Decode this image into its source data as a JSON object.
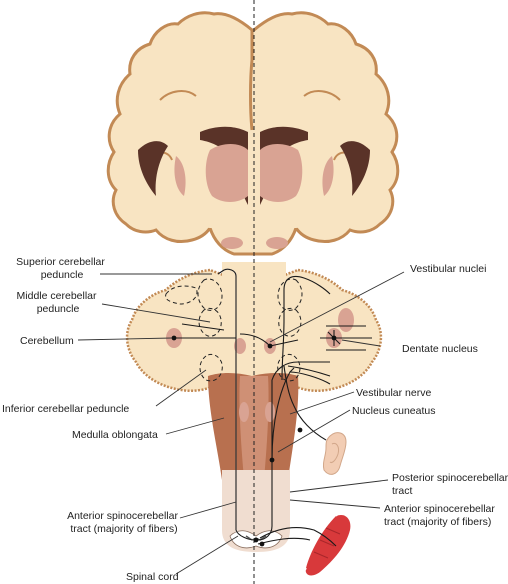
{
  "diagram": {
    "colors": {
      "cortex": "#f8e4c2",
      "cortex_outline": "#c28a55",
      "ventricle": "#5a3328",
      "nuclei": "#d9a393",
      "brainstem": "#b8704f",
      "cord": "#f0ddd0",
      "muscle": "#d8393b",
      "line": "#222222"
    },
    "labels": {
      "superior_peduncle": [
        "Superior cerebellar",
        "peduncle"
      ],
      "middle_peduncle": [
        "Middle cerebellar",
        "peduncle"
      ],
      "cerebellum": "Cerebellum",
      "inferior_peduncle": "Inferior cerebellar peduncle",
      "medulla": "Medulla oblongata",
      "anterior_tract_left": [
        "Anterior spinocerebellar",
        "tract (majority of fibers)"
      ],
      "spinal_cord": "Spinal cord",
      "vestibular_nuclei": "Vestibular nuclei",
      "dentate_nucleus": "Dentate nucleus",
      "vestibular_nerve": "Vestibular nerve",
      "nucleus_cuneatus": "Nucleus cuneatus",
      "posterior_tract": [
        "Posterior spinocerebellar",
        "tract"
      ],
      "anterior_tract_right": [
        "Anterior spinocerebellar",
        "tract (majority of fibers)"
      ]
    }
  }
}
